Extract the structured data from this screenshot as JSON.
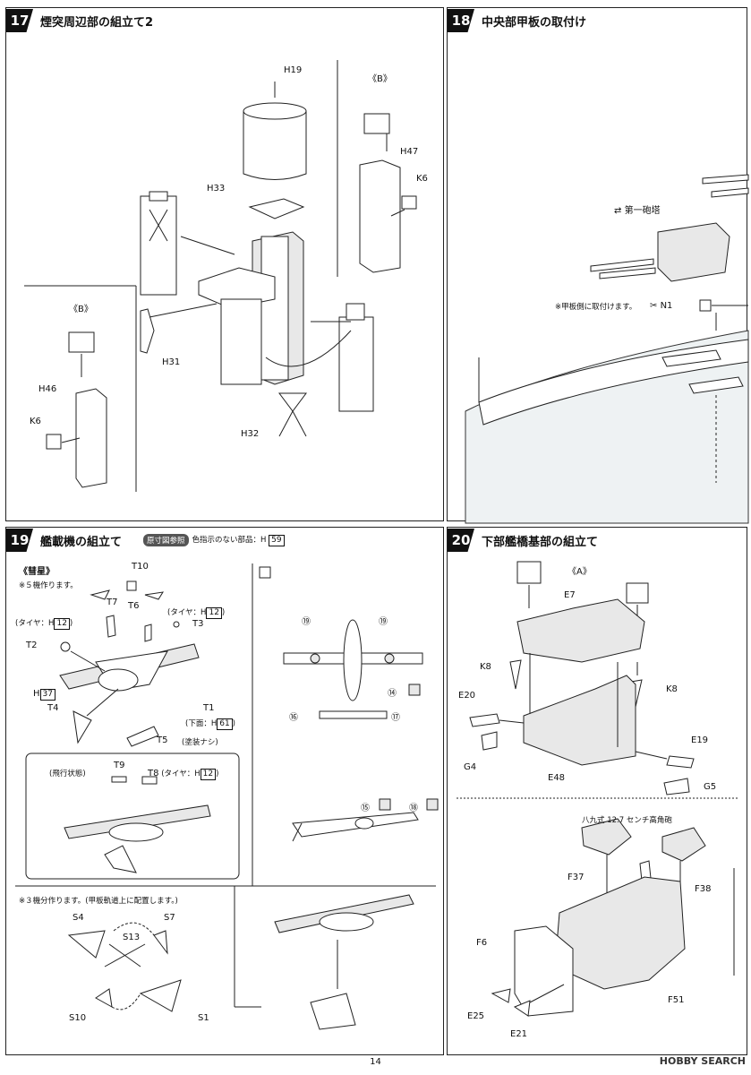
{
  "steps": [
    {
      "num": "17",
      "title": "煙突周辺部の組立て2"
    },
    {
      "num": "18",
      "title": "中央部甲板の取付け"
    },
    {
      "num": "19",
      "title": "艦載機の組立て"
    },
    {
      "num": "20",
      "title": "下部艦橋基部の組立て"
    }
  ],
  "s17": {
    "labels": [
      "H19",
      "H33",
      "《B》",
      "H47",
      "K6",
      "《B》",
      "H46",
      "K6",
      "H31",
      "H32"
    ]
  },
  "s18": {
    "turret_label": "第一砲塔",
    "note": "※甲板側に取付けます。",
    "part": "N1"
  },
  "s19": {
    "ref_badge": "原寸図参照",
    "color_note": "色指示のない部品：H",
    "color_num": "59",
    "plane_name": "《彗星》",
    "make5": "※５機作ります。",
    "parts": [
      "T10",
      "T7",
      "T6",
      "T3",
      "T2",
      "T1",
      "T5",
      "T4"
    ],
    "tire_prefix": "(タイヤ：H",
    "tire_num": "12",
    "tire_suffix": ")",
    "h37_prefix": "H",
    "h37_num": "37",
    "under_prefix": "(下面：H",
    "under_num": "61",
    "under_suffix": ")",
    "t5_note": "(塗装ナシ)",
    "flying": "(飛行状態)",
    "t9": "T9",
    "t8": "T8",
    "make3": "※３機分作ります。(甲板軌道上に配置します。)",
    "s_parts": [
      "S4",
      "S7",
      "S13",
      "S10",
      "S1"
    ],
    "decals": [
      "⑲",
      "⑲",
      "⑭",
      "⑯",
      "⑰",
      "⑮",
      "⑱"
    ]
  },
  "s20": {
    "a_label": "《A》",
    "parts1": [
      "E7",
      "K8",
      "K8",
      "E20",
      "E19",
      "G4",
      "E48",
      "G5"
    ],
    "gun_label": "八九式 12.7 センチ高角砲",
    "parts2": [
      "F37",
      "F38",
      "F6",
      "F51",
      "E25",
      "E21"
    ]
  },
  "page_number": "14",
  "watermark": "HOBBY SEARCH"
}
